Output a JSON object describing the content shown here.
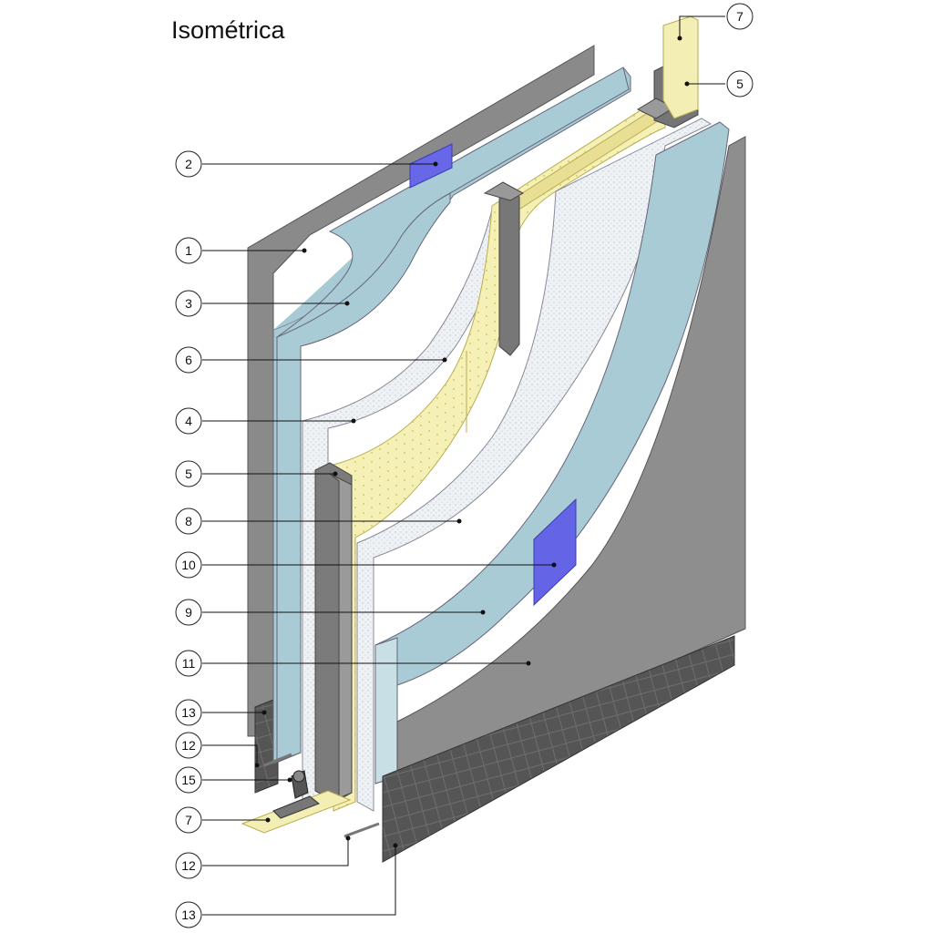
{
  "title": "Isométrica",
  "callouts": [
    {
      "id": "c7top",
      "number": "7"
    },
    {
      "id": "c5top",
      "number": "5"
    },
    {
      "id": "c2",
      "number": "2"
    },
    {
      "id": "c1",
      "number": "1"
    },
    {
      "id": "c3",
      "number": "3"
    },
    {
      "id": "c6",
      "number": "6"
    },
    {
      "id": "c4",
      "number": "4"
    },
    {
      "id": "c5",
      "number": "5"
    },
    {
      "id": "c8",
      "number": "8"
    },
    {
      "id": "c10",
      "number": "10"
    },
    {
      "id": "c9",
      "number": "9"
    },
    {
      "id": "c11",
      "number": "11"
    },
    {
      "id": "c13a",
      "number": "13"
    },
    {
      "id": "c12a",
      "number": "12"
    },
    {
      "id": "c15",
      "number": "15"
    },
    {
      "id": "c7",
      "number": "7"
    },
    {
      "id": "c12b",
      "number": "12"
    },
    {
      "id": "c13b",
      "number": "13"
    }
  ],
  "colors": {
    "gray_board": "#8c8c8c",
    "blue_board": "#a9cbd6",
    "membrane": "#e9eef2",
    "insulation": "#f3efb4",
    "stud": "#7a7a7a",
    "patch": "#6666e6",
    "base": "#5c5c5c"
  }
}
